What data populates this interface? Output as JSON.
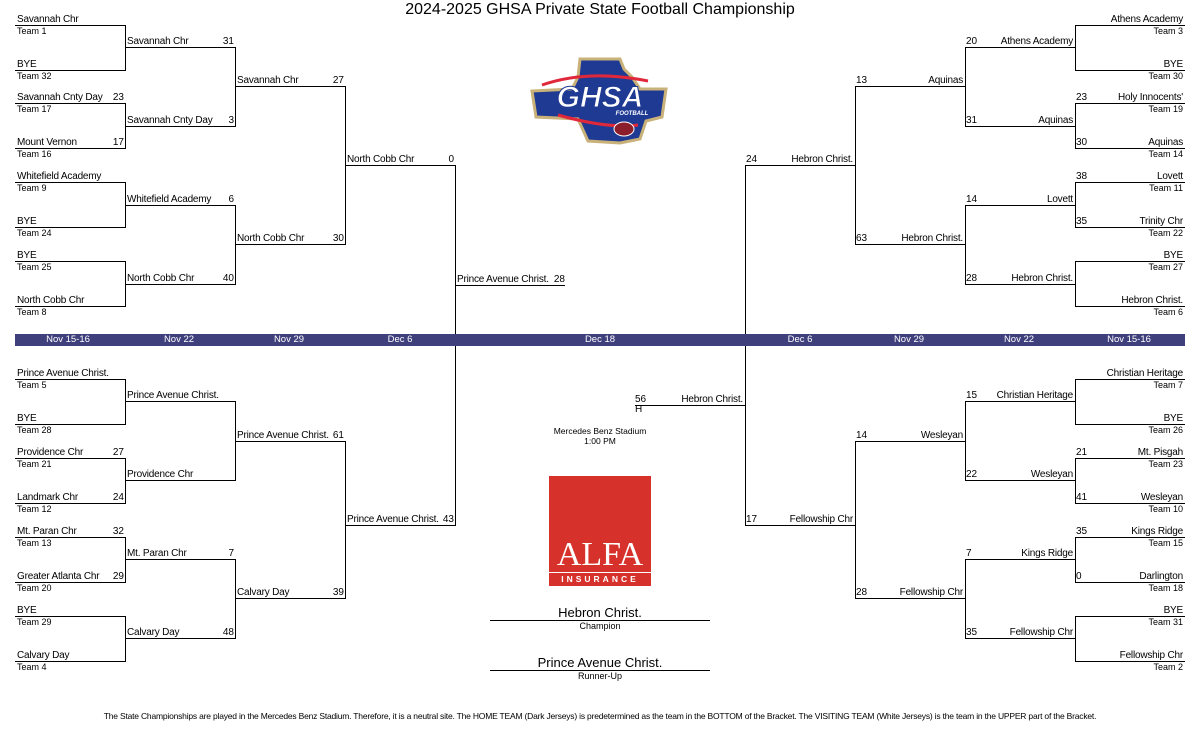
{
  "title": "2024-2025 GHSA Private State Football Championship",
  "dates": [
    "Nov 15-16",
    "Nov 22",
    "Nov 29",
    "Dec 6",
    "Dec 18",
    "Dec 6",
    "Nov 29",
    "Nov 22",
    "Nov 15-16"
  ],
  "colors": {
    "date_bar": "#3f3f7c",
    "alfa_red": "#d6322b",
    "ghsa_blue": "#1f3a93"
  },
  "logos": {
    "ghsa": "GHSA",
    "ghsa_sub": "FOOTBALL",
    "alfa": "ALFA",
    "alfa_sub": "INSURANCE"
  },
  "left": {
    "r1": [
      {
        "team": "Savannah Chr",
        "seed": "Team 1",
        "score": ""
      },
      {
        "team": "BYE",
        "seed": "Team 32",
        "score": ""
      },
      {
        "team": "Savannah Cnty Day",
        "seed": "Team 17",
        "score": "23"
      },
      {
        "team": "Mount Vernon",
        "seed": "Team 16",
        "score": "17"
      },
      {
        "team": "Whitefield Academy",
        "seed": "Team 9",
        "score": ""
      },
      {
        "team": "BYE",
        "seed": "Team 24",
        "score": ""
      },
      {
        "team": "BYE",
        "seed": "Team 25",
        "score": ""
      },
      {
        "team": "North Cobb Chr",
        "seed": "Team 8",
        "score": ""
      },
      {
        "team": "Prince Avenue Christ.",
        "seed": "Team 5",
        "score": ""
      },
      {
        "team": "BYE",
        "seed": "Team 28",
        "score": ""
      },
      {
        "team": "Providence Chr",
        "seed": "Team 21",
        "score": "27"
      },
      {
        "team": "Landmark Chr",
        "seed": "Team 12",
        "score": "24"
      },
      {
        "team": "Mt. Paran Chr",
        "seed": "Team 13",
        "score": "32"
      },
      {
        "team": "Greater Atlanta Chr",
        "seed": "Team 20",
        "score": "29"
      },
      {
        "team": "BYE",
        "seed": "Team 29",
        "score": ""
      },
      {
        "team": "Calvary Day",
        "seed": "Team 4",
        "score": ""
      }
    ],
    "r2": [
      {
        "team": "Savannah Chr",
        "score": "31"
      },
      {
        "team": "Savannah Cnty Day",
        "score": "3"
      },
      {
        "team": "Whitefield Academy",
        "score": "6"
      },
      {
        "team": "North Cobb Chr",
        "score": "40"
      },
      {
        "team": "Prince Avenue Christ.",
        "score": ""
      },
      {
        "team": "Providence Chr",
        "score": ""
      },
      {
        "team": "Mt. Paran Chr",
        "score": "7"
      },
      {
        "team": "Calvary Day",
        "score": "48"
      }
    ],
    "r3": [
      {
        "team": "Savannah Chr",
        "score": "27"
      },
      {
        "team": "North Cobb Chr",
        "score": "30"
      },
      {
        "team": "Prince Avenue Christ.",
        "score": "61"
      },
      {
        "team": "Calvary Day",
        "score": "39"
      }
    ],
    "r4": [
      {
        "team": "North Cobb Chr",
        "score": "0"
      },
      {
        "team": "Prince Avenue Christ.",
        "score": "43"
      }
    ],
    "final": {
      "team": "Prince Avenue Christ.",
      "score": "28"
    }
  },
  "right": {
    "r1": [
      {
        "team": "Athens Academy",
        "seed": "Team 3",
        "score": ""
      },
      {
        "team": "BYE",
        "seed": "Team 30",
        "score": ""
      },
      {
        "team": "Holy Innocents'",
        "seed": "Team 19",
        "score": "23"
      },
      {
        "team": "Aquinas",
        "seed": "Team 14",
        "score": "30"
      },
      {
        "team": "Lovett",
        "seed": "Team 11",
        "score": "38"
      },
      {
        "team": "Trinity Chr",
        "seed": "Team 22",
        "score": "35"
      },
      {
        "team": "BYE",
        "seed": "Team 27",
        "score": ""
      },
      {
        "team": "Hebron Christ.",
        "seed": "Team 6",
        "score": ""
      },
      {
        "team": "Christian Heritage",
        "seed": "Team 7",
        "score": ""
      },
      {
        "team": "BYE",
        "seed": "Team 26",
        "score": ""
      },
      {
        "team": "Mt. Pisgah",
        "seed": "Team 23",
        "score": "21"
      },
      {
        "team": "Wesleyan",
        "seed": "Team 10",
        "score": "41"
      },
      {
        "team": "Kings Ridge",
        "seed": "Team 15",
        "score": "35"
      },
      {
        "team": "Darlington",
        "seed": "Team 18",
        "score": "0"
      },
      {
        "team": "BYE",
        "seed": "Team 31",
        "score": ""
      },
      {
        "team": "Fellowship Chr",
        "seed": "Team 2",
        "score": ""
      }
    ],
    "r2": [
      {
        "team": "Athens Academy",
        "score": "20"
      },
      {
        "team": "Aquinas",
        "score": "31"
      },
      {
        "team": "Lovett",
        "score": "14"
      },
      {
        "team": "Hebron Christ.",
        "score": "28"
      },
      {
        "team": "Christian Heritage",
        "score": "15"
      },
      {
        "team": "Wesleyan",
        "score": "22"
      },
      {
        "team": "Kings Ridge",
        "score": "7"
      },
      {
        "team": "Fellowship Chr",
        "score": "35"
      }
    ],
    "r3": [
      {
        "team": "Aquinas",
        "score": "13"
      },
      {
        "team": "Hebron Christ.",
        "score": "63"
      },
      {
        "team": "Wesleyan",
        "score": "14"
      },
      {
        "team": "Fellowship Chr",
        "score": "28"
      }
    ],
    "r4": [
      {
        "team": "Hebron Christ.",
        "score": "24"
      },
      {
        "team": "Fellowship Chr",
        "score": "17"
      }
    ],
    "final": {
      "team": "Hebron Christ.",
      "score": "56",
      "home": "H"
    }
  },
  "venue": {
    "name": "Mercedes Benz Stadium",
    "time": "1:00 PM"
  },
  "champion": {
    "team": "Hebron Christ.",
    "label": "Champion"
  },
  "runner_up": {
    "team": "Prince Avenue Christ.",
    "label": "Runner-Up"
  },
  "footer": "The State Championships are played in the Mercedes Benz Stadium. Therefore, it is a neutral site. The HOME TEAM (Dark Jerseys) is predetermined as the team in the BOTTOM of the Bracket. The VISITING TEAM (White Jerseys) is the team in the UPPER part of the Bracket."
}
